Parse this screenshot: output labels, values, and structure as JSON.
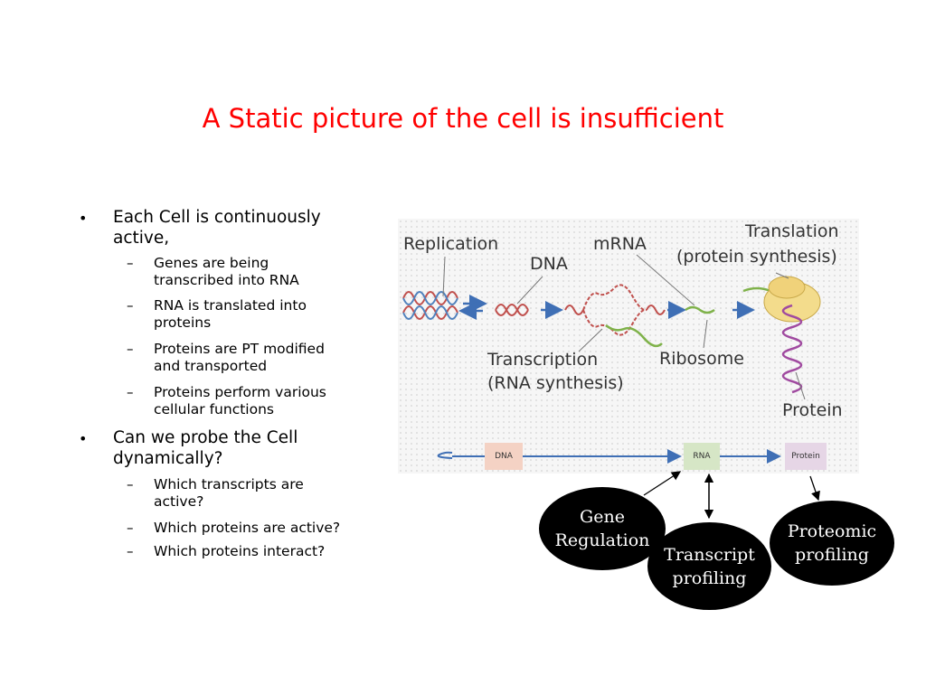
{
  "title": "A Static picture of the cell is insufficient",
  "bullets": [
    {
      "line1": "Each Cell is continuously",
      "line2": "active,",
      "subs": [
        {
          "line1": "Genes are being",
          "line2": "transcribed into RNA"
        },
        {
          "line1": "RNA is translated into",
          "line2": "proteins"
        },
        {
          "line1": "Proteins are PT modified",
          "line2": "and transported"
        },
        {
          "line1": "Proteins perform various",
          "line2": "cellular functions"
        }
      ]
    },
    {
      "line1": "Can we probe the Cell",
      "line2": "dynamically?",
      "subs": [
        {
          "line1": "Which transcripts are",
          "line2": "active?"
        },
        {
          "line1": "Which proteins are active?"
        },
        {
          "line1": "Which proteins interact?"
        }
      ]
    }
  ],
  "bullet_symbol": "•",
  "dash_symbol": "–",
  "diagram": {
    "replication": "Replication",
    "dna": "DNA",
    "mrna": "mRNA",
    "translation_line1": "Translation",
    "translation_line2": "(protein synthesis)",
    "transcription_line1": "Transcription",
    "transcription_line2": "(RNA synthesis)",
    "ribosome": "Ribosome",
    "protein": "Protein",
    "flow": {
      "dna": "DNA",
      "rna": "RNA",
      "protein": "Protein"
    }
  },
  "callouts": {
    "gene_regulation": {
      "line1": "Gene",
      "line2": "Regulation"
    },
    "transcript_profiling": {
      "line1": "Transcript",
      "line2": "profiling"
    },
    "proteomic_profiling": {
      "line1": "Proteomic",
      "line2": "profiling"
    }
  },
  "colors": {
    "title": "#ff0000",
    "dna_strand_a": "#c0504d",
    "dna_strand_b": "#4f81bd",
    "arrow": "#3f6fb5",
    "mrna": "#7fb24a",
    "ribosome": "#f3dc8c",
    "protein": "#a04aa0",
    "chip_dna": "#f4d2c4",
    "chip_rna": "#d6e6c6",
    "chip_protein": "#e6d6e6"
  }
}
